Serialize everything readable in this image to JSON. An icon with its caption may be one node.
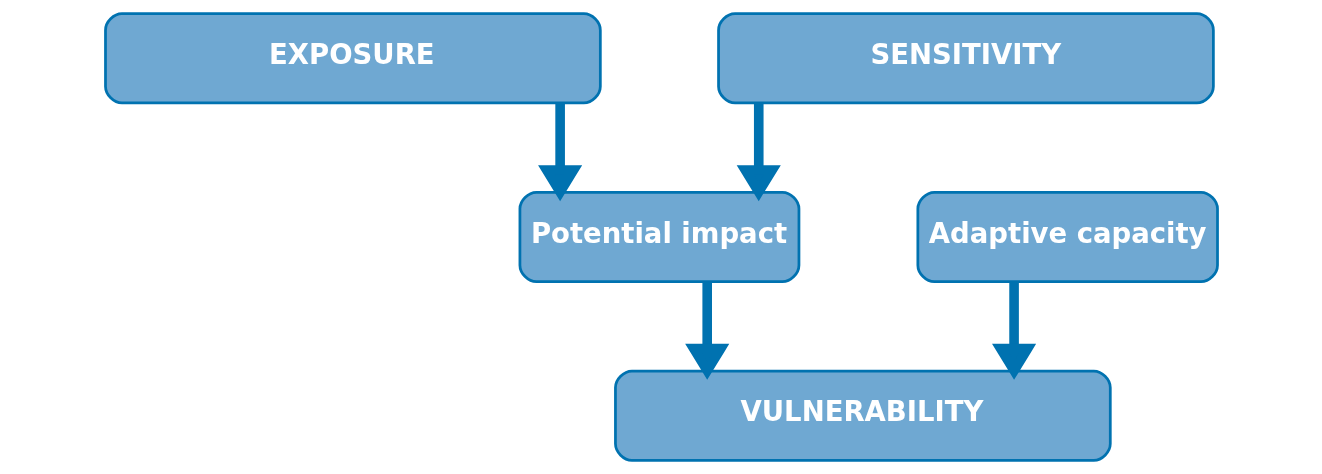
{
  "diagram": {
    "nodes": [
      {
        "text": [
          "EXPOSURE"
        ]
      },
      {
        "text": [
          "SENSITIVITY"
        ]
      },
      {
        "text": [
          "Potential impact"
        ]
      },
      {
        "text": [
          "Adaptive capacity"
        ]
      },
      {
        "text": [
          "VULNERABILITY"
        ]
      }
    ],
    "edges": [
      {
        "from": 0,
        "to": 2,
        "arrow": "to"
      },
      {
        "from": 1,
        "to": 2,
        "arrow": "to"
      },
      {
        "from": 2,
        "to": 4,
        "arrow": "to"
      },
      {
        "from": 3,
        "to": 4,
        "arrow": "to"
      }
    ]
  }
}
